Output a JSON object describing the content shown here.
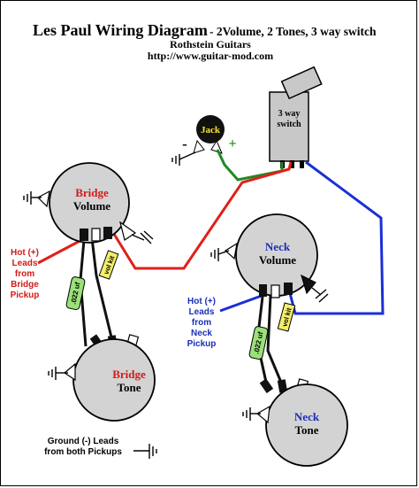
{
  "header": {
    "title_main": "Les Paul Wiring Diagram",
    "title_rest": " - 2Volume, 2 Tones, 3 way switch",
    "author": "Rothstein Guitars",
    "url": "http://www.guitar-mod.com"
  },
  "jack": {
    "label": "Jack",
    "minus": "-",
    "plus": "+"
  },
  "switch": {
    "line1": "3 way",
    "line2": "switch"
  },
  "bridge_volume": {
    "line1": "Bridge",
    "line2": "Volume"
  },
  "neck_volume": {
    "line1": "Neck",
    "line2": "Volume"
  },
  "bridge_tone": {
    "line1": "Bridge",
    "line2": "Tone"
  },
  "neck_tone": {
    "line1": "Neck",
    "line2": "Tone"
  },
  "hot_bridge": {
    "l1": "Hot (+)",
    "l2": "Leads",
    "l3": "from",
    "l4": "Bridge",
    "l5": "Pickup"
  },
  "hot_neck": {
    "l1": "Hot (+)",
    "l2": "Leads",
    "l3": "from",
    "l4": "Neck",
    "l5": "Pickup"
  },
  "ground_note": {
    "l1": "Ground (-) Leads",
    "l2": "from both Pickups"
  },
  "caps": {
    "bridge": ".022 uf",
    "neck": ".022 uf"
  },
  "vol_kit": {
    "bridge": "vol kit",
    "neck": "vol kit"
  },
  "colors": {
    "hot_red": "#e0201a",
    "hot_blue": "#1a2fd6",
    "green_wire": "#1f8a1f",
    "pot_fill": "#d3d3d3",
    "label_red": "#d11a1a",
    "label_blue": "#1a2fb8",
    "cap_green": "#9be07a",
    "vol_kit_yellow": "#f2ef6a",
    "switch_fill": "#c8c8c8"
  }
}
